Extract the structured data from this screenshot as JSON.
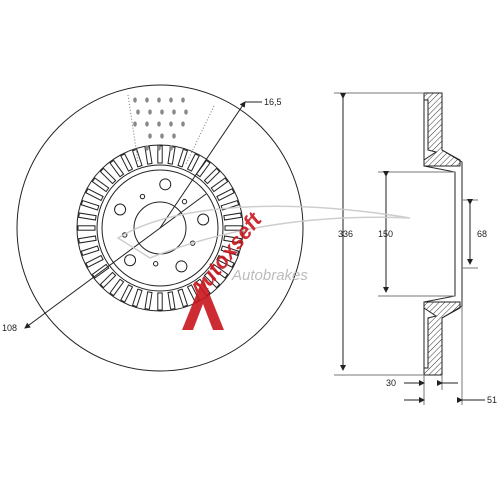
{
  "dimensions": {
    "hole_diameter": "16,5",
    "bolt_circle": "108",
    "outer_diameter": "336",
    "hub_diameter": "150",
    "center_bore": "68",
    "thickness": "30",
    "total_height": "51"
  },
  "watermark": {
    "brand": "Autoxseft",
    "sub": "Autobrakes"
  },
  "colors": {
    "line": "#222222",
    "watermark_red": "#c8161d",
    "watermark_grey": "#b5b5b5"
  }
}
